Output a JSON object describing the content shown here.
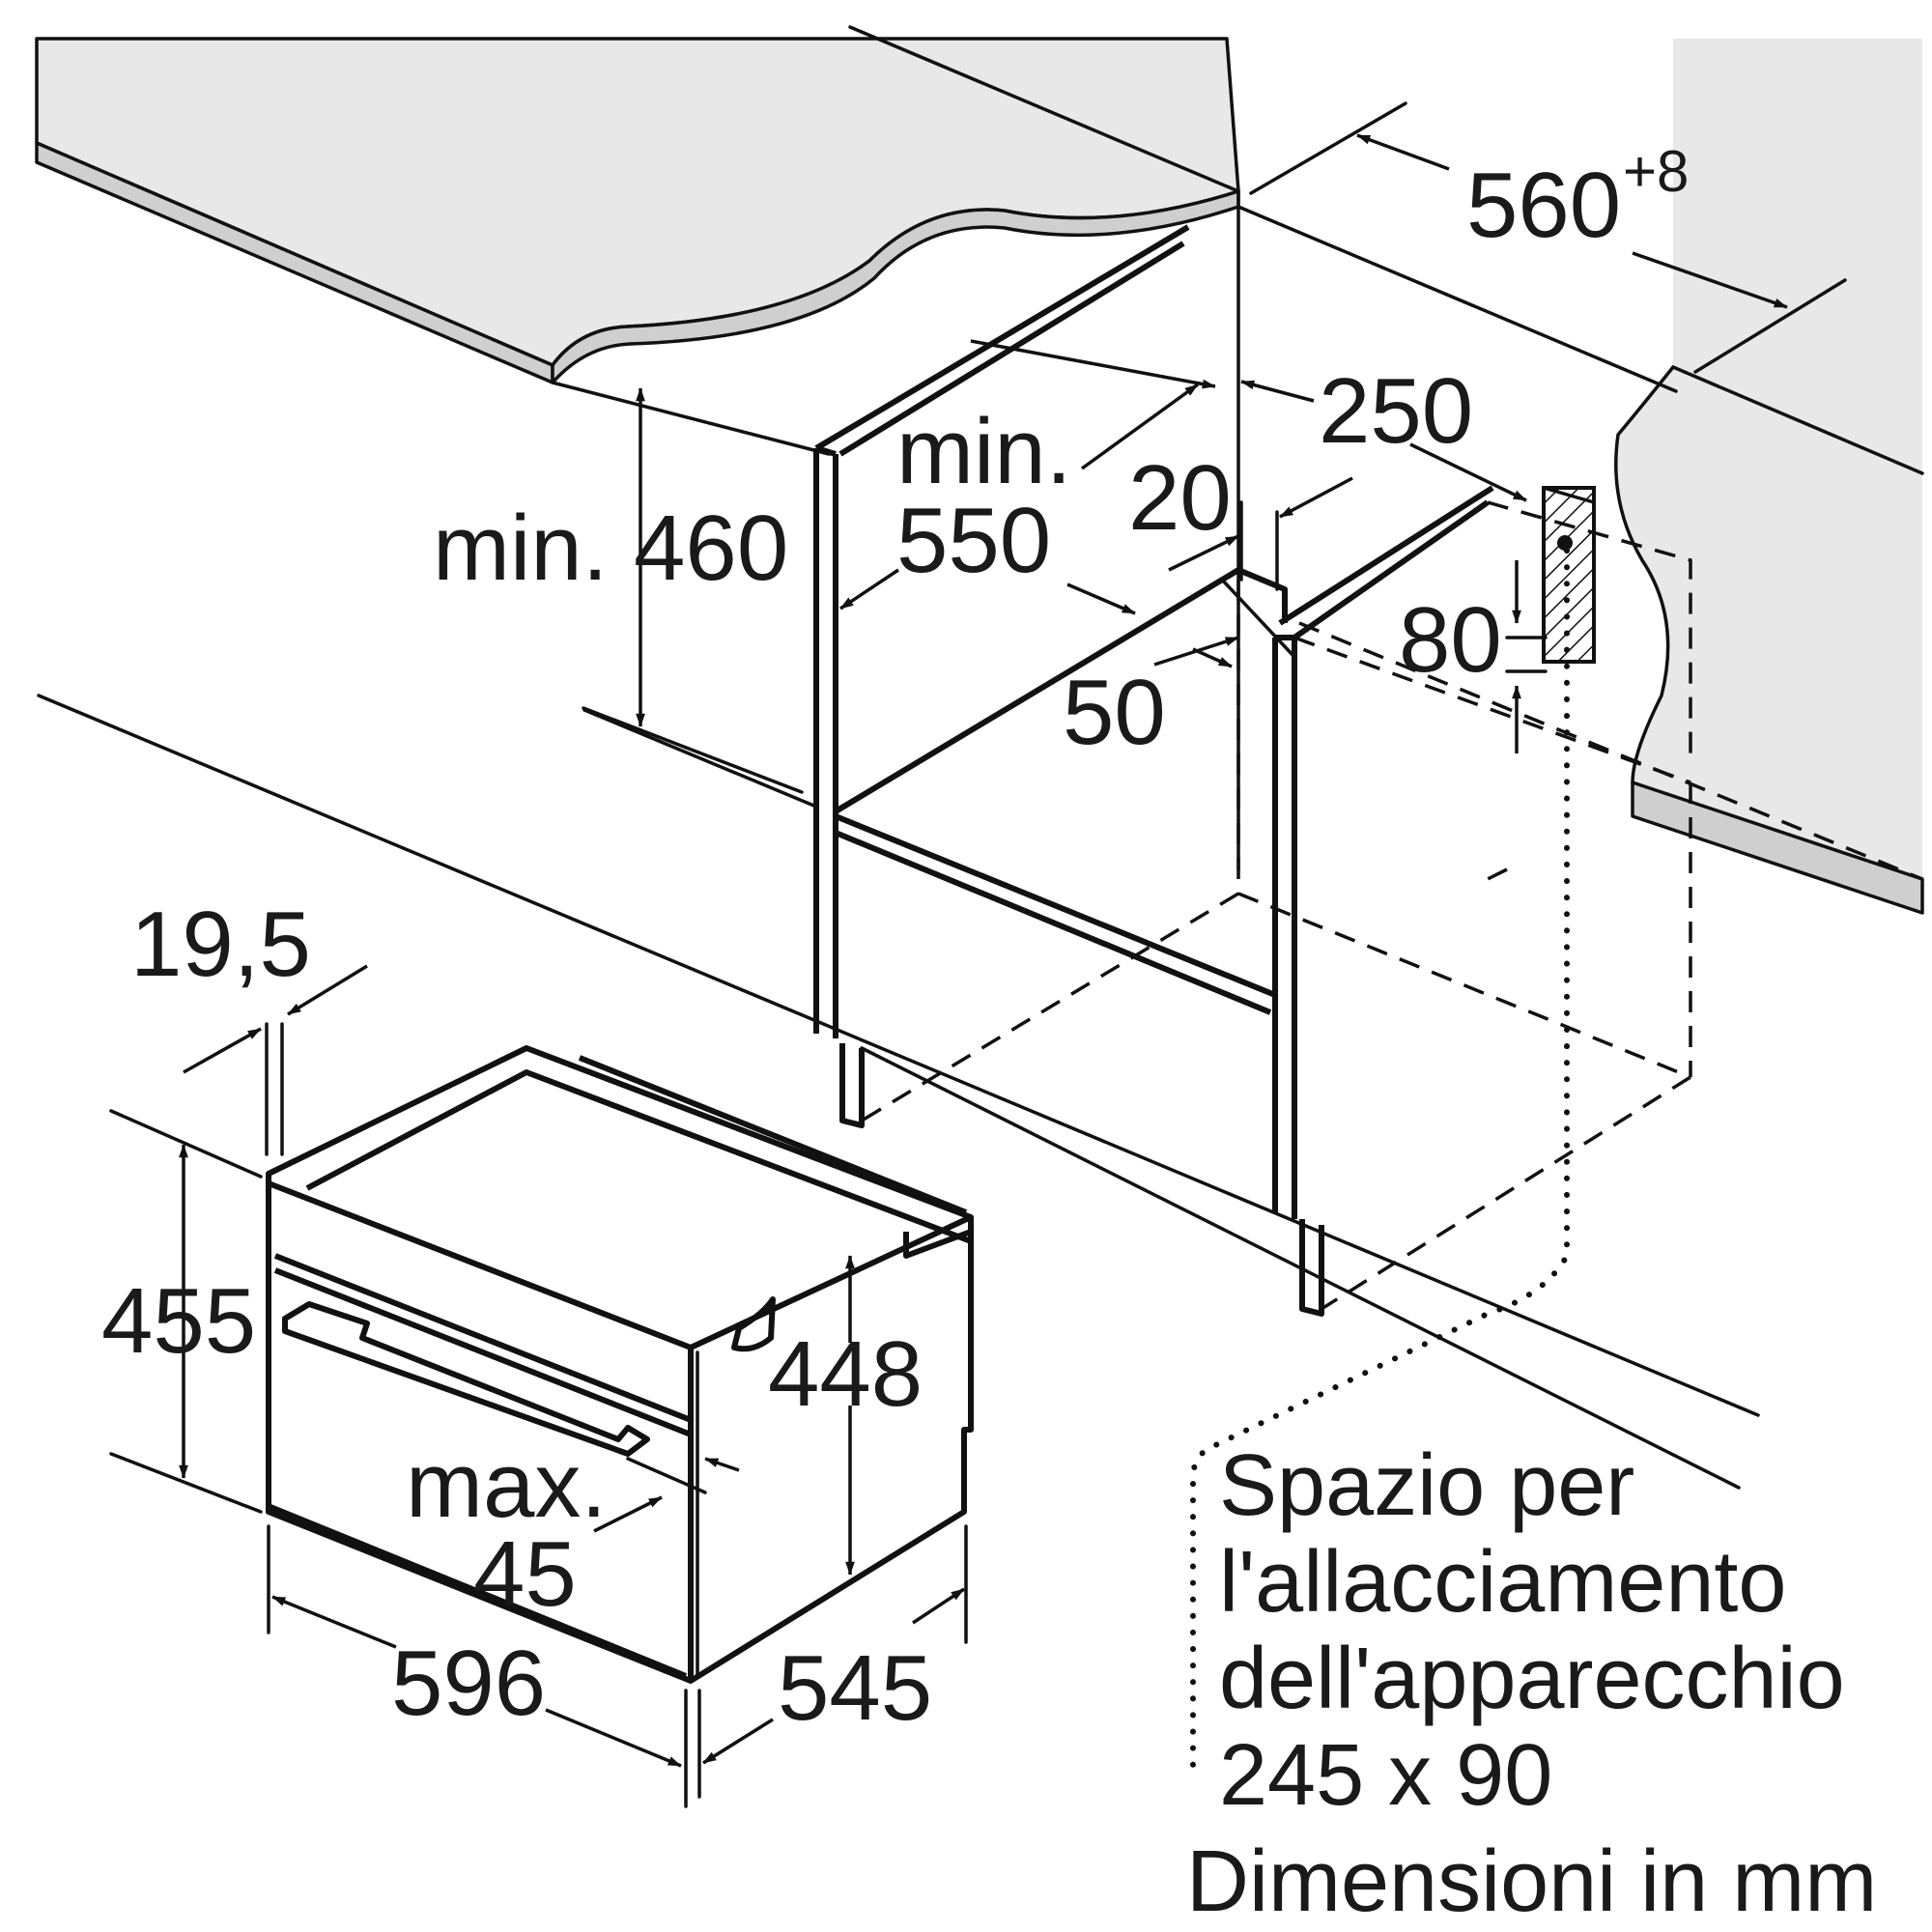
{
  "colors": {
    "line": "#111111",
    "countertop": "#e8e8e8",
    "countertop_edge": "#cfcfcf",
    "background": "#ffffff"
  },
  "dimensions": {
    "niche_width": "560",
    "niche_width_tol": "+8",
    "cabinet_height_min": "min. 460",
    "depth_min_line1": "min.",
    "depth_min_line2": "550",
    "rear_gap": "250",
    "side_gap": "20",
    "outlet_height": "80",
    "vent_gap": "50",
    "front_thickness": "19,5",
    "appliance_height": "455",
    "body_height": "448",
    "door_max_line1": "max.",
    "door_max_line2": "45",
    "appliance_width": "596",
    "appliance_depth": "545"
  },
  "notes": {
    "connection_line1": "Spazio per",
    "connection_line2": "l'allacciamento",
    "connection_line3": "dell'apparecchio",
    "connection_line4": "245 x 90",
    "units": "Dimensioni in mm"
  }
}
